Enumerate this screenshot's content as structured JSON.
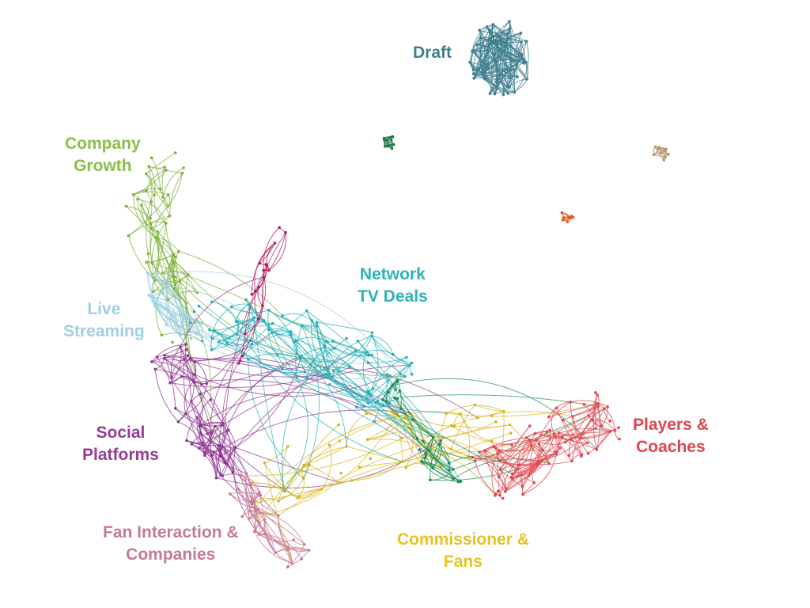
{
  "clusters": [
    {
      "id": "draft",
      "lines": [
        "Draft"
      ],
      "color": "#3f7f8e",
      "edge_color": "#3f7f8e"
    },
    {
      "id": "company-growth",
      "lines": [
        "Company",
        "Growth"
      ],
      "color": "#8bbd4a",
      "edge_color": "#7fb03c"
    },
    {
      "id": "network-tv-deals",
      "lines": [
        "Network",
        "TV Deals"
      ],
      "color": "#2fb3b8",
      "edge_color": "#26b0b5"
    },
    {
      "id": "live-streaming",
      "lines": [
        "Live",
        "Streaming"
      ],
      "color": "#9fd0e3",
      "edge_color": "#9fd0e3"
    },
    {
      "id": "social-platforms",
      "lines": [
        "Social",
        "Platforms"
      ],
      "color": "#973b96",
      "edge_color": "#8e3690"
    },
    {
      "id": "fan-interaction-companies",
      "lines": [
        "Fan Interaction &",
        "Companies"
      ],
      "color": "#c67a93",
      "edge_color": "#c67a93"
    },
    {
      "id": "commissioner-fans",
      "lines": [
        "Commissioner &",
        "Fans"
      ],
      "color": "#e8c31e",
      "edge_color": "#d8b51c"
    },
    {
      "id": "players-coaches",
      "lines": [
        "Players &",
        "Coaches"
      ],
      "color": "#e0454f",
      "edge_color": "#e0454f"
    }
  ],
  "unlabeled_clusters": [
    {
      "id": "dark-green-blob",
      "color": "#1b7a4a"
    },
    {
      "id": "tan-blob",
      "color": "#b89572"
    },
    {
      "id": "orange-blob",
      "color": "#e25a24"
    },
    {
      "id": "magenta-blob",
      "color": "#b5175e"
    },
    {
      "id": "green-bridge",
      "color": "#1d8c52"
    }
  ]
}
